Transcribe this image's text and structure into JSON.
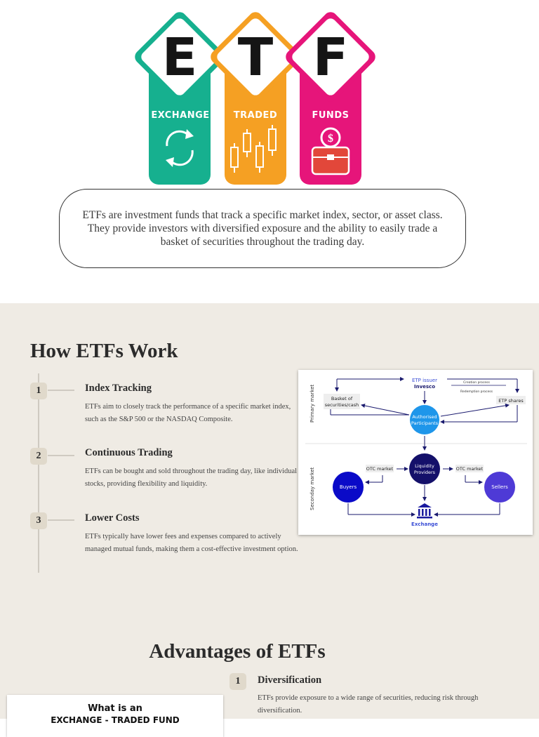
{
  "hero": {
    "letters": [
      "E",
      "T",
      "F"
    ],
    "words": [
      "EXCHANGE",
      "TRADED",
      "FUNDS"
    ],
    "colors": {
      "exchange": "#16b08f",
      "traded": "#f5a023",
      "funds": "#e6157a"
    },
    "icons": [
      "recycle-arrows-icon",
      "candlestick-chart-icon",
      "money-briefcase-icon"
    ],
    "intro": "ETFs are investment funds that track a specific market index, sector, or asset class. They provide investors with diversified exposure and the ability to easily trade a basket of securities throughout the trading day."
  },
  "works": {
    "title": "How ETFs Work",
    "steps": [
      {
        "number": "1",
        "title": "Index Tracking",
        "desc": "ETFs aim to closely track the performance of a specific market index, such as the S&P 500 or the NASDAQ Composite."
      },
      {
        "number": "2",
        "title": "Continuous Trading",
        "desc": "ETFs can be bought and sold throughout the trading day,  like individual stocks, providing flexibility and liquidity."
      },
      {
        "number": "3",
        "title": "Lower Costs",
        "desc": "ETFs typically have lower fees and expenses compared to actively managed mutual funds, making them a cost-effective investment option."
      }
    ],
    "diagram": {
      "primary_market": "Primary market",
      "secondary_market": "Seconday market",
      "etp_issuer": "ETP issuer",
      "invesco": "Invesco",
      "creation": "Creation process",
      "redemption": "Redemption process",
      "basket_1": "Basket of",
      "basket_2": "securities/cash",
      "etp_shares": "ETP shares",
      "ap_1": "Authorised",
      "ap_2": "Participants",
      "lp_1": "Liquidity",
      "lp_2": "Providers",
      "otc_left": "OTC market",
      "otc_right": "OTC market",
      "buyers": "Buyers",
      "sellers": "Sellers",
      "exchange": "Exchange"
    }
  },
  "advantages": {
    "title": "Advantages of ETFs",
    "items": [
      {
        "number": "1",
        "title": "Diversification",
        "desc": "ETFs provide exposure to a wide range of securities, reducing risk through diversification."
      }
    ]
  },
  "thumbnail": {
    "title": "What is an",
    "subtitle": "EXCHANGE - TRADED FUND"
  }
}
